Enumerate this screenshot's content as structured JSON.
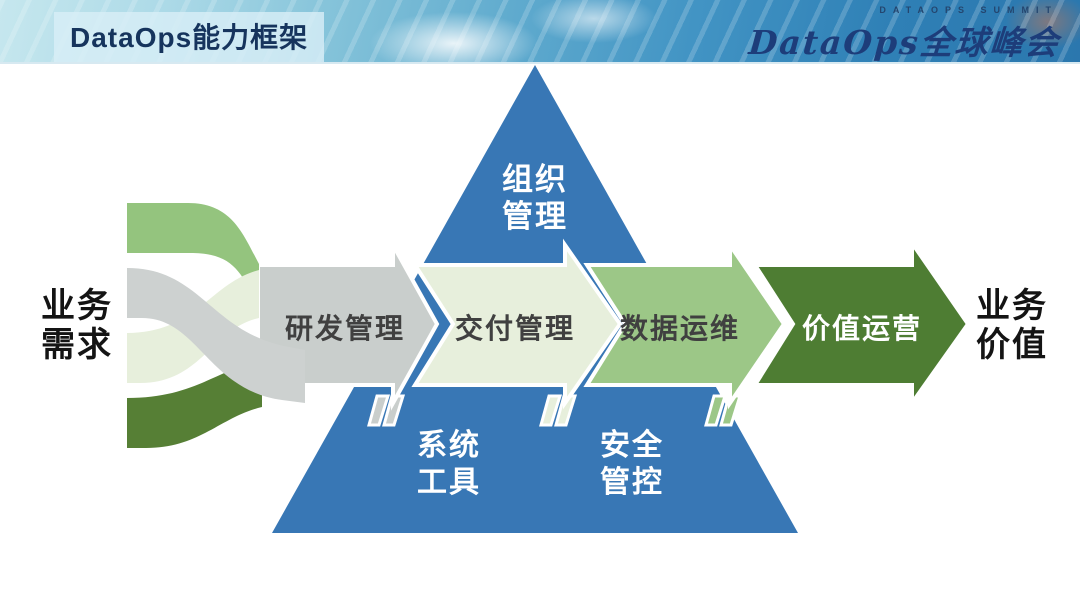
{
  "header": {
    "title": "DataOps能力框架",
    "summit_tagline": "DATAOPS SUMMIT",
    "summit_logo": "DataOps全球峰会"
  },
  "diagram": {
    "input": {
      "line1": "业务",
      "line2": "需求"
    },
    "output": {
      "line1": "业务",
      "line2": "价值"
    },
    "pyramid": {
      "color": "#3877b5",
      "top": {
        "line1": "组织",
        "line2": "管理"
      },
      "bottom_left": {
        "line1": "系统",
        "line2": "工具"
      },
      "bottom_right": {
        "line1": "安全",
        "line2": "管控"
      }
    },
    "arrows": [
      {
        "label": "研发管理",
        "color": "#c9cecc",
        "text_color": "#404040"
      },
      {
        "label": "交付管理",
        "color": "#e7efdc",
        "text_color": "#404040"
      },
      {
        "label": "数据运维",
        "color": "#9cc787",
        "text_color": "#404040"
      },
      {
        "label": "价值运营",
        "color": "#4e7d33",
        "text_color": "#ffffff"
      }
    ],
    "ribbons": [
      {
        "name": "medium-green",
        "color": "#94c47e"
      },
      {
        "name": "pale-green",
        "color": "#e7efdc"
      },
      {
        "name": "dark-green",
        "color": "#567f35"
      },
      {
        "name": "gray",
        "color": "#cdd1d0"
      }
    ]
  }
}
